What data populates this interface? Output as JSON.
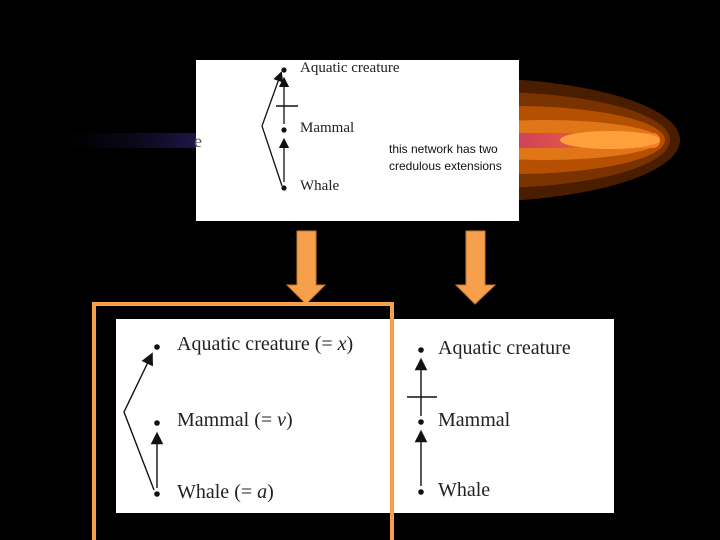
{
  "slide": {
    "bg_fragment": "e"
  },
  "top_network": {
    "nodes": [
      "Aquatic creature",
      "Mammal",
      "Whale"
    ],
    "note_line1": "this network has two",
    "note_line2": "credulous extensions"
  },
  "extension_left": {
    "nodes": [
      "Aquatic creature (= x)",
      "Mammal (= v)",
      "Whale (= a)"
    ]
  },
  "extension_right": {
    "nodes": [
      "Aquatic creature",
      "Mammal",
      "Whale"
    ]
  },
  "colors": {
    "background": "#000000",
    "arrow_orange": "#f7a04b",
    "highlight_orange": "#f7a04b",
    "comet_glow": "#d85a00"
  }
}
